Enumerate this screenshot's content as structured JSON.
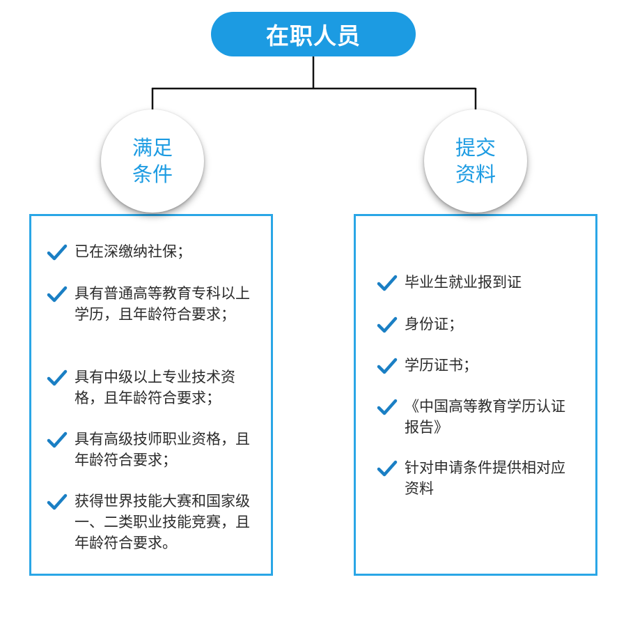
{
  "title": "在职人员",
  "left_branch": {
    "label_line1": "满足",
    "label_line2": "条件",
    "items": [
      "已在深缴纳社保；",
      "具有普通高等教育专科以上学历，且年龄符合要求；",
      "具有中级以上专业技术资格，且年龄符合要求；",
      "具有高级技师职业资格，且年龄符合要求；",
      "获得世界技能大赛和国家级一、二类职业技能竞赛，且年龄符合要求。"
    ]
  },
  "right_branch": {
    "label_line1": "提交",
    "label_line2": "资料",
    "items": [
      "毕业生就业报到证",
      "身份证；",
      "学历证书；",
      "《中国高等教育学历认证报告》",
      "针对申请条件提供相对应资料"
    ]
  },
  "colors": {
    "accent": "#1c9be2",
    "panel_border": "#2aa6e6",
    "check": "#1a7fc4",
    "text": "#2b2b2b",
    "connector": "#111111"
  },
  "icons": {
    "check": "check-icon"
  }
}
